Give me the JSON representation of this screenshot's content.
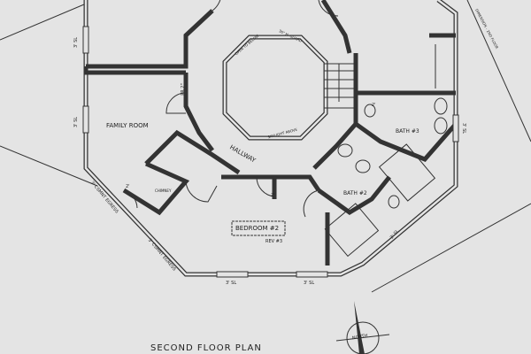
{
  "title": "SECOND FLOOR PLAN",
  "rooms": {
    "family_room": "FAMILY ROOM",
    "hallway": "HALLWAY",
    "bedroom": "BEDROOM #2",
    "bedroom_note": "REV #3",
    "bath3": "BATH #3",
    "bath2": "BATH #2",
    "chimney": "CHIMNEY"
  },
  "notes": {
    "open_to_below": "OPEN TO BELOW",
    "guard": "36\" H. GUARD",
    "skylight": "SKYLIGHT ABOVE",
    "pr": "PR 2\"",
    "egress1": "3' CSMNT EGRESS",
    "egress2": "3' CSMNT EGRESS",
    "dimension": "DIMENSION - 2ND FLOOR",
    "door_2a": "2'",
    "door_2b": "2'",
    "door_2c": "2'"
  },
  "windows": [
    "3' SL",
    "3' SL",
    "3' SL",
    "3' SL",
    "3' SL",
    "3' SL"
  ],
  "compass": {
    "label": "NORTH"
  }
}
